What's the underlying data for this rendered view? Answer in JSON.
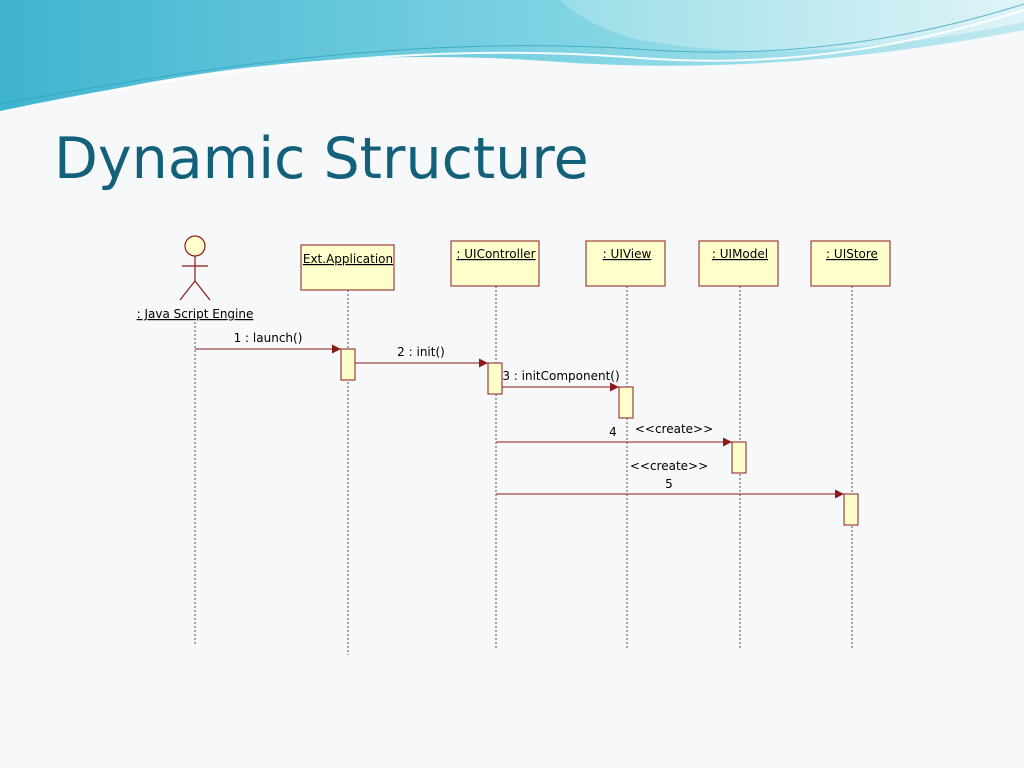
{
  "slide": {
    "title": "Dynamic Structure"
  },
  "diagram": {
    "actor": {
      "name": ": Java Script Engine"
    },
    "objects": [
      {
        "name": "Ext.Application"
      },
      {
        "name": ": UIController"
      },
      {
        "name": ": UIView"
      },
      {
        "name": ": UIModel"
      },
      {
        "name": ": UIStore"
      }
    ],
    "messages": [
      {
        "label": "1 : launch()"
      },
      {
        "label": "2 : init()"
      },
      {
        "label": "3 : initComponent()"
      },
      {
        "label": "4",
        "stereotype": "<<create>>"
      },
      {
        "label": "5",
        "stereotype": "<<create>>"
      }
    ],
    "colors": {
      "box_fill": "#ffffcc",
      "box_stroke": "#8b1a1a",
      "message_line": "#8b1a1a",
      "lifeline": "#555555",
      "title": "#13607a"
    }
  }
}
